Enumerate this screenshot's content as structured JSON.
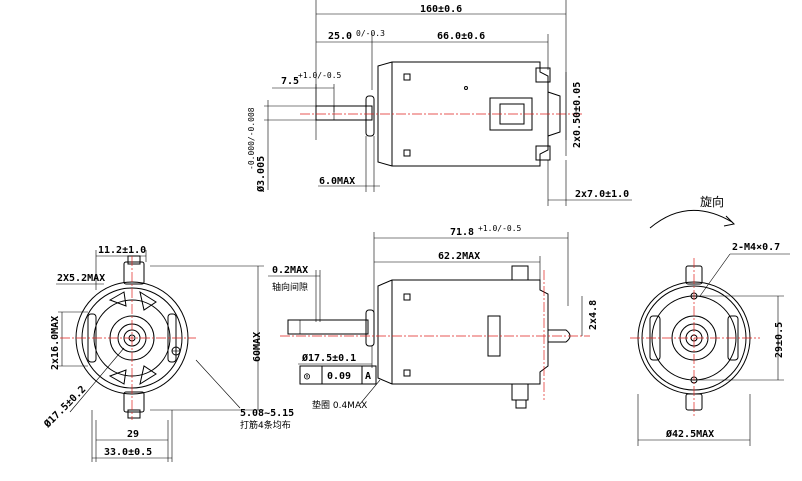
{
  "top_view": {
    "overall_length": "160±0.6",
    "shaft_extension": "25.0",
    "shaft_extension_tol": "0/-0.3",
    "body_length": "66.0±0.6",
    "flat_length": "7.5",
    "flat_length_tol": "+1.0/-0.5",
    "shaft_diameter": "Ø3.005",
    "shaft_diameter_tol": "-0.000/-0.008",
    "flange_max": "6.0MAX",
    "terminal_thickness": "2x0.50±0.05",
    "terminal_width": "2x7.0±1.0"
  },
  "front_view": {
    "offset": "11.2±1.0",
    "slot_width": "2X5.2MAX",
    "slot_length": "2x16.0MAX",
    "height": "60MAX",
    "boss_diameter": "Ø17.5±0.2",
    "hole_spacing": "29",
    "width": "33.0±0.5",
    "thread_note": "5.08~5.15",
    "thread_note_cn": "打筋4条均布"
  },
  "side_view": {
    "length": "71.8",
    "length_tol": "+1.0/-0.5",
    "body_length": "62.2MAX",
    "end_play": "0.2MAX",
    "end_play_cn": "轴向间隙",
    "pilot_diameter": "Ø17.5±0.1",
    "concentricity_symbol": "◎",
    "concentricity_value": "0.09",
    "datum": "A",
    "washer_note": "垫圈 0.4MAX",
    "terminal_height": "2x4.8"
  },
  "rear_view": {
    "rotation_label": "旋向",
    "screw_note": "2-M4×0.7",
    "hole_spacing": "29±0.5",
    "diameter": "Ø42.5MAX"
  }
}
